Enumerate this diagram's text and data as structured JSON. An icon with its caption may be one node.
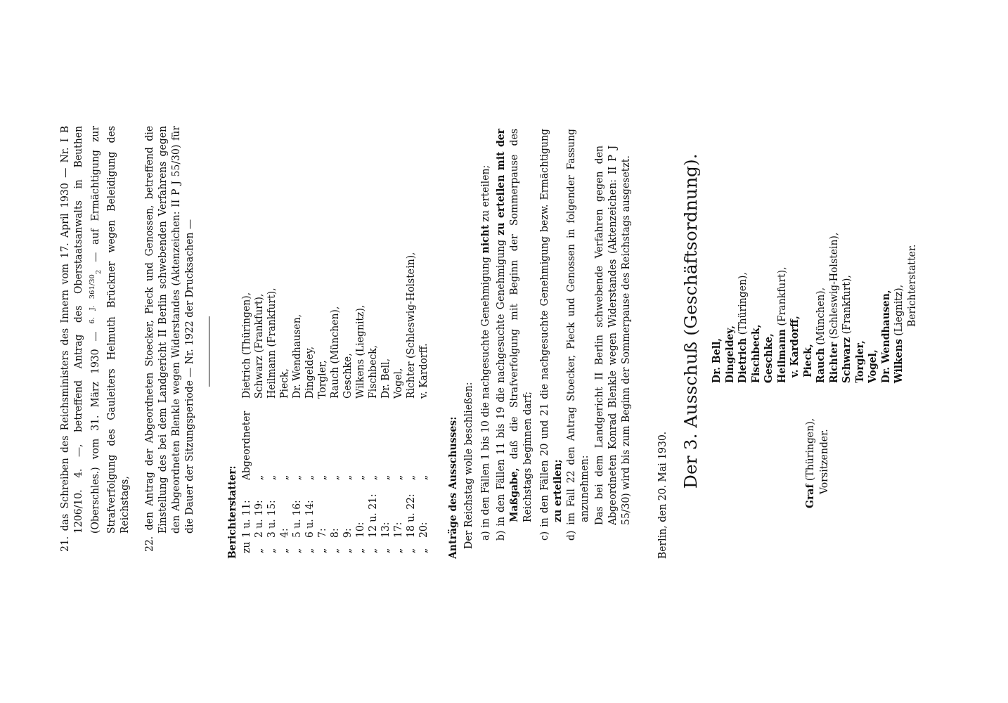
{
  "diagram": {
    "labels": [
      "21. das Schreiben des Reichsministers des Innern vom 17. April 1930 — Nr. I B 1206/10. 4. —, betreffend Antrag des Oberstaatsanwalts in Beuthen (Oberschles.) vom 31. März 1930 — $^{6. J. 361/30}$$_{2}$ — auf Ermächtigung zur Strafverfolgung des Gauleiters Helmuth Brückner wegen Beleidigung des Reichstags,",
      "22. den Antrag der Abgeordneten Stoecker, Pieck und Genossen, betreffend die Einstellung des bei dem Landgericht II Berlin schwebenden Verfahrens gegen den Abgeordneten Blenkle wegen Widerstandes (Aktenzeichen: II P J 55/30) für die Dauer der Sitzungsperiode — Nr. 1922 der Drucksachen —",
      "Berichterstatter:",
      "zu",
      "1 u. 11:",
      "Abgeordneter",
      "Dietrich (Thüringen),",
      "„",
      "2 u. 19:",
      "„",
      "Schwarz (Frankfurt),",
      "„",
      "3 u. 15:",
      "„",
      "Heilmann (Frankfurt),",
      "„",
      "4:",
      "„",
      "Pieck,",
      "„",
      "5 u. 16:",
      "„",
      "Dr. Wendhausen,",
      "„",
      "6 u. 14:",
      "„",
      "Dingeldey,",
      "„",
      "7:",
      "„",
      "Torgler,",
      "„",
      "8:",
      "„",
      "Rauch (München),",
      "„",
      "9:",
      "„",
      "Geschke,",
      "„",
      "10:",
      "„",
      "Wilkens (Liegnitz),",
      "„",
      "12 u. 21:",
      "„",
      "Fischbeck,",
      "„",
      "13:",
      "„",
      "Dr. Bell,",
      "„",
      "17:",
      "„",
      "Vogel,",
      "„",
      "18 u. 22:",
      "„",
      "Richter (Schleswig-Holstein),",
      "„",
      "20:",
      "„",
      "v. Kardorff.",
      "Anträge des Ausschusses:",
      "Der Reichstag wolle beschließen:",
      "a) in den Fällen 1 bis 10 die nachgesuchte Genehmigung **nicht** zu erteilen;",
      "b) in den Fällen 11 bis 19 die nachgesuchte Genehmigung **zu erteilen mit der Maßgabe,** daß die Strafverfolgung mit Beginn der Sommerpause des Reichstags beginnen darf;",
      "c) in den Fällen 20 und 21 die nachgesuchte Genehmigung bezw. Ermächtigung **zu erteilen;**",
      "d) im Fall 22 den Antrag Stoecker, Pieck und Genossen in folgender Fassung anzunehmen:",
      "Das bei dem Landgericht II Berlin schwebende Verfahren gegen den Abgeordneten Konrad Blenkle wegen Widerstandes (Aktenzeichen: II P J 55/30) wird bis zum Beginn der Sommerpause des Reichstags ausgesetzt.",
      "Berlin, den 20. Mai 1930.",
      "Der 3. Ausschuß (Geschäftsordnung).",
      "**Graf** (Thüringen),",
      "Vorsitzender.",
      "Dr. Bell,",
      "Dingeldey,",
      "**Dietrich** (Thüringen),",
      "Fischbeck,",
      "Geschke,",
      "**Heilmann** (Frankfurt),",
      "v. Kardorff,",
      "Pieck,",
      "**Rauch** (München),",
      "**Richter** (Schleswig-Holstein),",
      "**Schwarz** (Frankfurt),",
      "Torgler,",
      "Vogel,",
      "Dr. Wendhausen,",
      "**Wilkens** (Liegnitz),",
      "Berichterstatter."
    ]
  }
}
